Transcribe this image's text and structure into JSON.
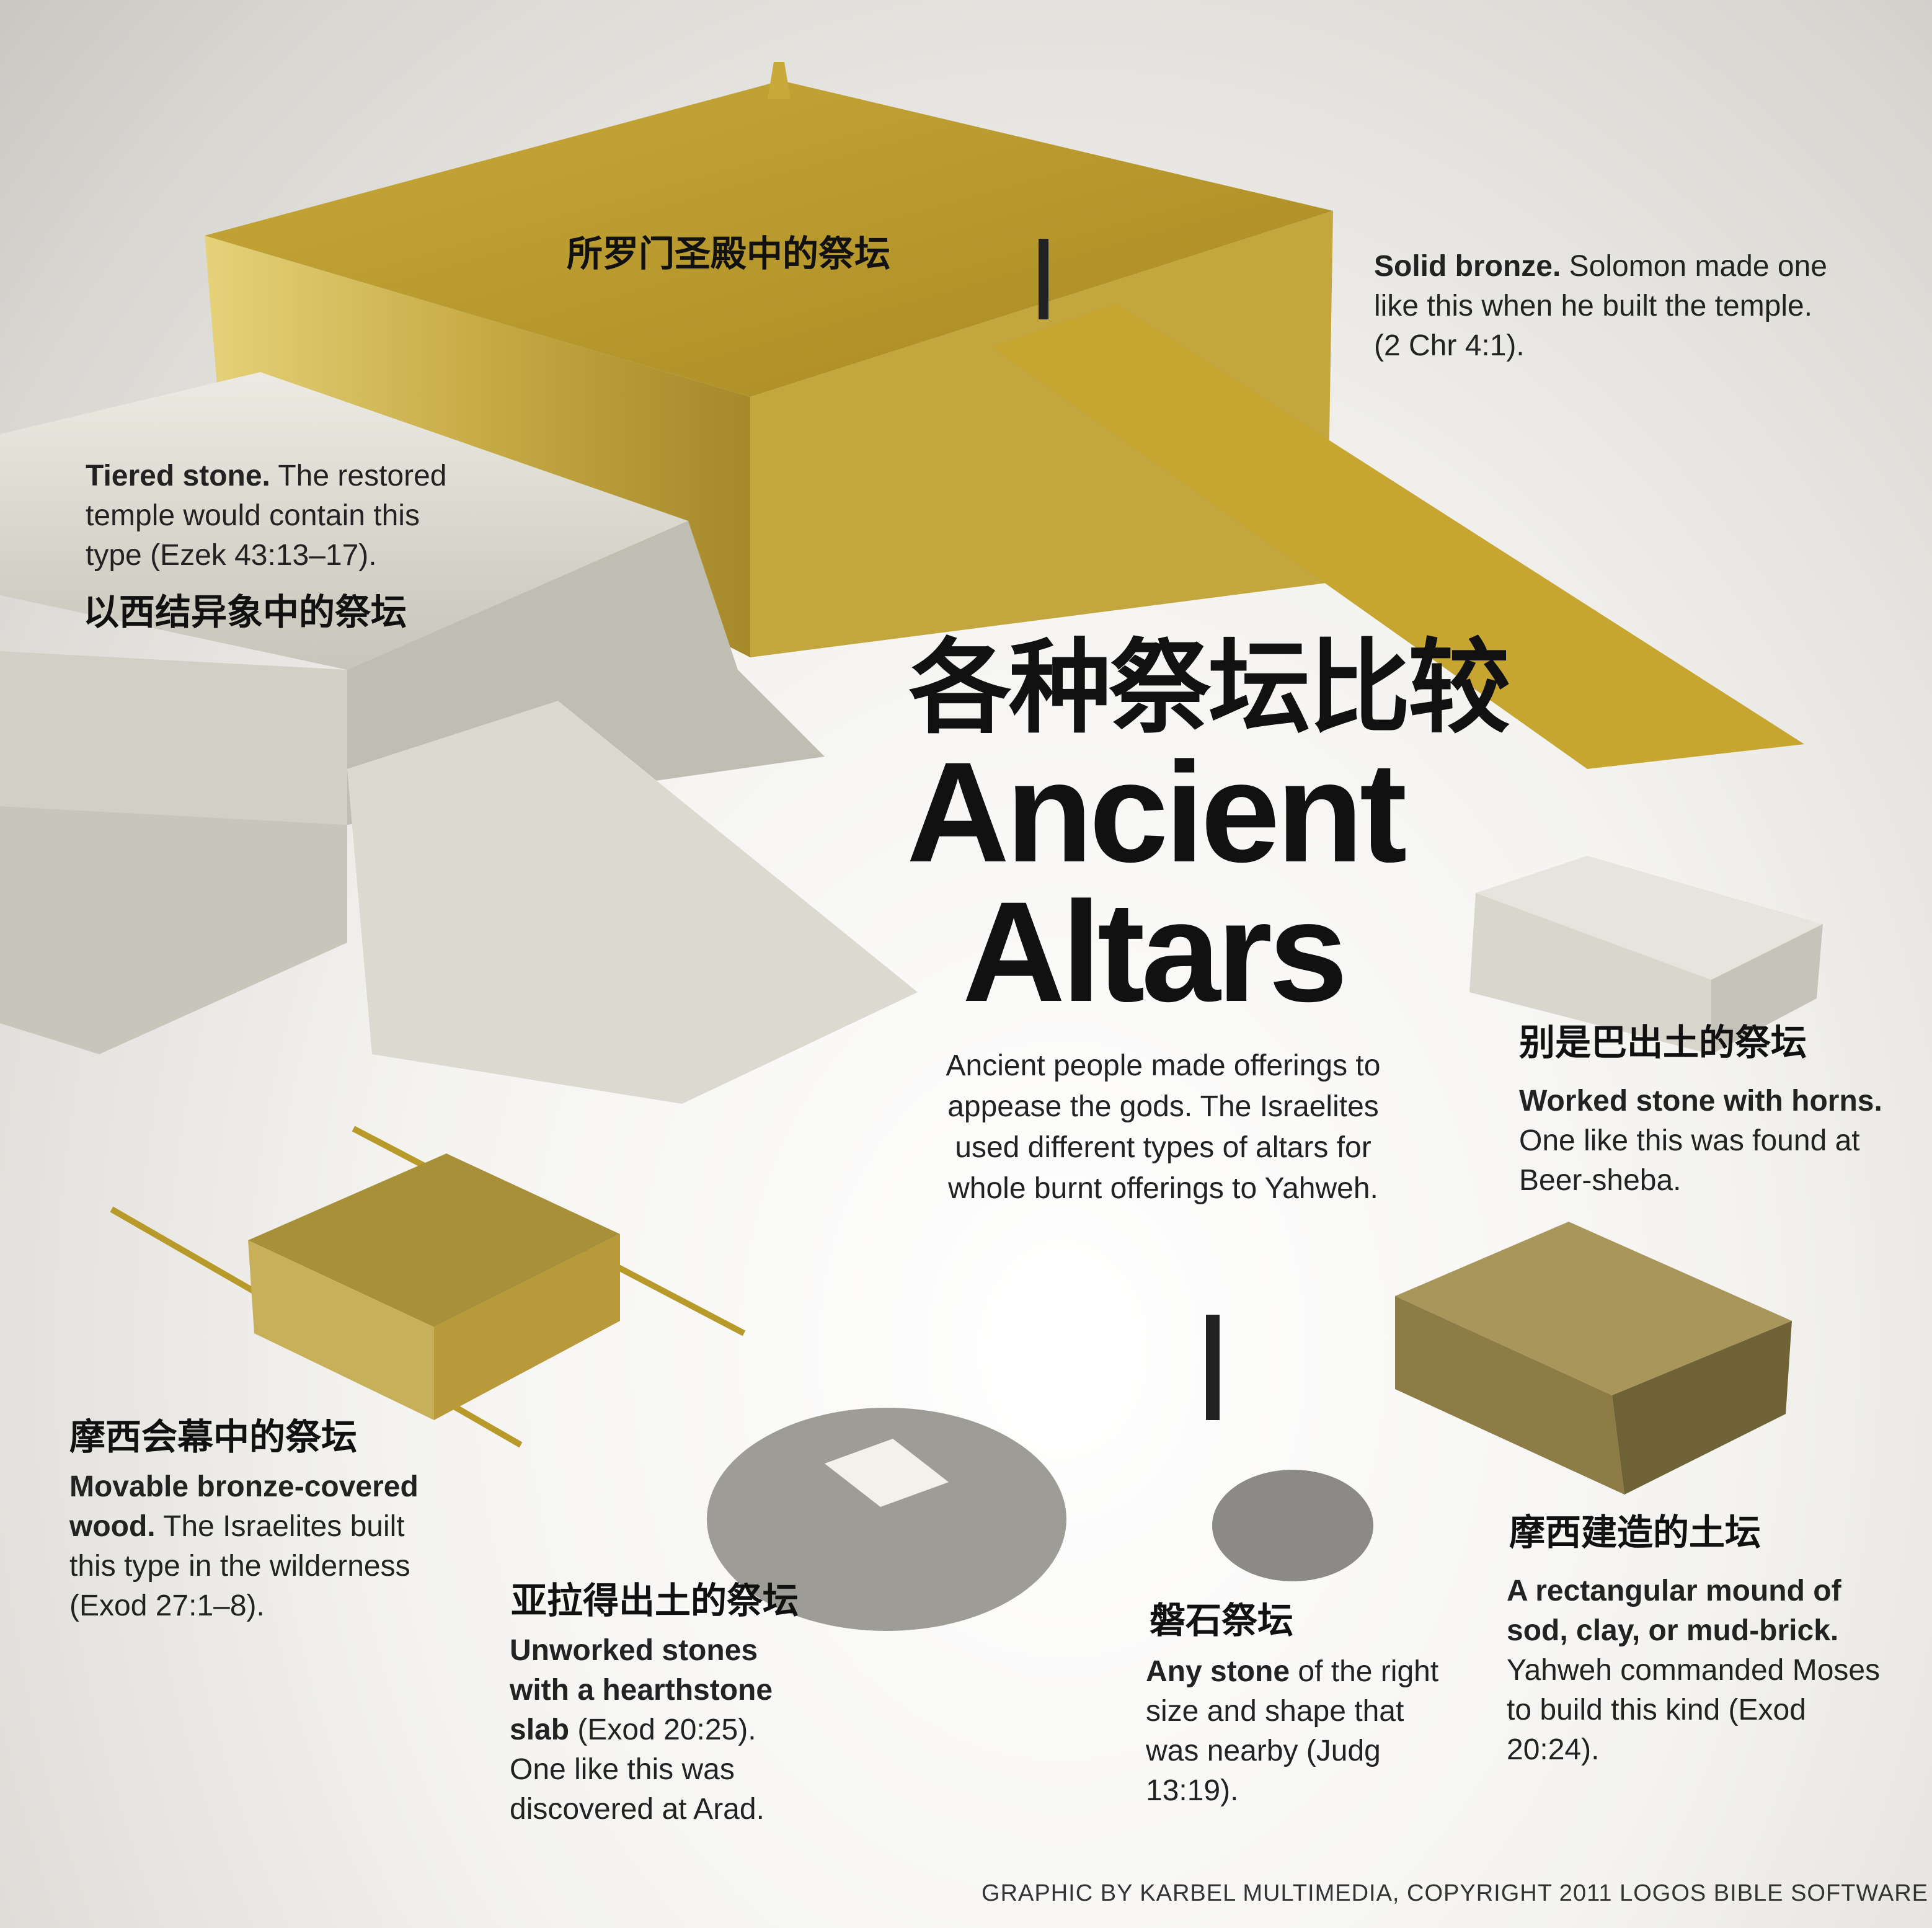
{
  "title": {
    "zh": "各种祭坛比较",
    "en_line1": "Ancient",
    "en_line2": "Altars"
  },
  "intro": "Ancient people made offerings to appease the gods. The Israelites used different types of altars for whole burnt offerings to Yahweh.",
  "altars": [
    {
      "zh": "所罗门圣殿中的祭坛",
      "bold": "Solid bronze.",
      "text": " Solomon made one like this when he built the temple. (2 Chr 4:1)."
    },
    {
      "zh": "以西结异象中的祭坛",
      "bold": "Tiered stone.",
      "text": " The restored temple would contain this type (Ezek 43:13–17)."
    },
    {
      "zh": "别是巴出土的祭坛",
      "bold": "Worked stone with horns.",
      "text": " One like this was found at Beer-sheba."
    },
    {
      "zh": "摩西会幕中的祭坛",
      "bold": "Movable bronze-covered wood.",
      "text": " The Israelites built this type in the wilderness (Exod 27:1–8)."
    },
    {
      "zh": "亚拉得出土的祭坛",
      "bold": "Unworked stones with a hearthstone slab",
      "text": " (Exod 20:25). One like this was discovered at Arad."
    },
    {
      "zh": "磐石祭坛",
      "bold": "Any stone",
      "text": " of the right size and shape that was nearby (Judg 13:19)."
    },
    {
      "zh": "摩西建造的土坛",
      "bold": "A rectangular mound of sod, clay, or mud-brick.",
      "text": " Yahweh commanded Moses to build this kind (Exod 20:24)."
    }
  ],
  "credit": "GRAPHIC BY KARBEL MULTIMEDIA, COPYRIGHT 2011 LOGOS BIBLE SOFTWARE",
  "colors": {
    "bronze": "#b89a2a",
    "stone": "#d8d6cc",
    "earth": "#9d8a4e"
  }
}
